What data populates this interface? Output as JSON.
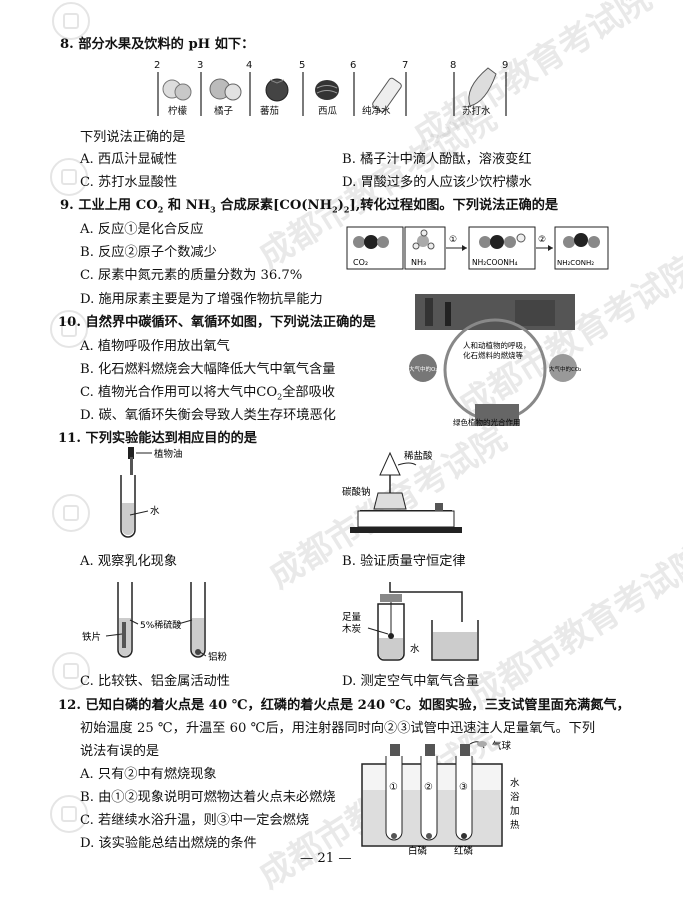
{
  "watermark": {
    "text": "成都市教育考试院"
  },
  "q8": {
    "stem": "8. 部分水果及饮料的 pH 如下：",
    "ph_ticks": [
      "2",
      "3",
      "4",
      "5",
      "6",
      "7",
      "8",
      "9"
    ],
    "items": [
      "柠檬",
      "橘子",
      "蕃茄",
      "西瓜",
      "纯净水",
      "苏打水"
    ],
    "prompt": "下列说法正确的是",
    "options": {
      "A": "A. 西瓜汁显碱性",
      "B": "B. 橘子汁中滴人酚酞，溶液变红",
      "C": "C. 苏打水显酸性",
      "D": "D. 胃酸过多的人应该少饮柠檬水"
    }
  },
  "q9": {
    "stem_a": "9. 工业上用 CO",
    "stem_b": "和 NH",
    "stem_c": "合成尿素[CO(NH",
    "stem_d": ")",
    "stem_e": "],转化过程如图。下列说法正确的是",
    "sub2": "2",
    "sub3": "3",
    "options": {
      "A": "A. 反应①是化合反应",
      "B": "B. 反应②原子个数减少",
      "C": "C. 尿素中氮元素的质量分数为 36.7%",
      "D": "D. 施用尿素主要是为了增强作物抗旱能力"
    },
    "diagram": {
      "co2": "CO₂",
      "nh3": "NH₃",
      "step1": "①",
      "mid": "NH₂COONH₄",
      "step2": "②",
      "product": "NH₂CONH₂"
    }
  },
  "q10": {
    "stem": "10. 自然界中碳循环、氧循环如图，下列说法正确的是",
    "options": {
      "A": "A. 植物呼吸作用放出氧气",
      "B": "B. 化石燃料燃烧会大幅降低大气中氧气含量",
      "C_a": "C. 植物光合作用可以将大气中CO",
      "C_b": "全部吸收",
      "D": "D. 碳、氧循环失衡会导致人类生存环境恶化"
    },
    "diagram": {
      "top": "人和动植物的呼吸，",
      "top2": "化石燃料的燃烧等",
      "left": "大气中的O₂",
      "right": "大气中的CO₂",
      "bottom": "绿色植物的光合作用"
    }
  },
  "q11": {
    "stem": "11. 下列实验能达到相应目的的是",
    "A": {
      "label": "A. 观察乳化现象",
      "oil": "植物油",
      "water": "水"
    },
    "B": {
      "label": "B. 验证质量守恒定律",
      "acid": "稀盐酸",
      "salt": "碳酸钠"
    },
    "C": {
      "label": "C. 比较铁、铝金属活动性",
      "acid": "5%稀硫酸",
      "iron": "铁片",
      "al": "铝粉"
    },
    "D": {
      "label": "D. 测定空气中氧气含量",
      "carbon1": "足量",
      "carbon2": "木炭",
      "water": "水"
    }
  },
  "q12": {
    "line1": "12. 已知白磷的着火点是 40 ℃，红磷的着火点是 240 ℃。如图实验，三支试管里面充满氮气，",
    "line2": "初始温度 25 ℃，升温至 60 ℃后，用注射器同时向②③试管中迅速注人足量氧气。下列",
    "line3": "说法有误的是",
    "options": {
      "A": "A. 只有②中有燃烧现象",
      "B": "B. 由①②现象说明可燃物达着火点未必燃烧",
      "C": "C. 若继续水浴升温，则③中一定会燃烧",
      "D": "D. 该实验能总结出燃烧的条件"
    },
    "diagram": {
      "balloon": "气球",
      "bath": [
        "水",
        "浴",
        "加",
        "热"
      ],
      "t1": "①",
      "t2": "②",
      "t3": "③",
      "white": "白磷",
      "red": "红磷"
    }
  },
  "footer": {
    "page": "— 21 —"
  }
}
